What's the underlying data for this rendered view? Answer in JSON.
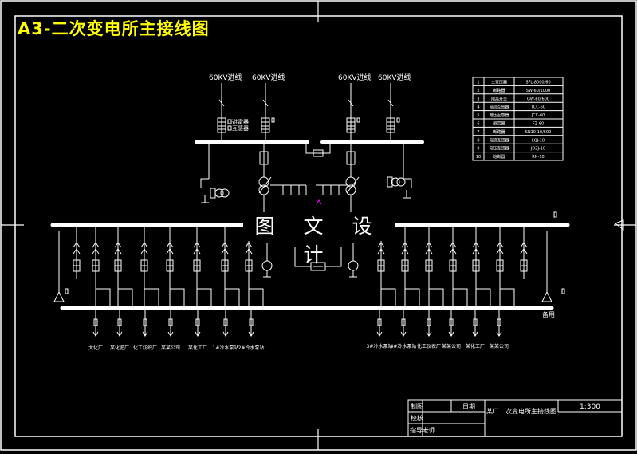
{
  "title": "A3-二次变电所主接线图",
  "watermark": "图 文 设 计",
  "incoming_lines": [
    "60KV进线",
    "60KV进线",
    "60KV进线",
    "60KV进线"
  ],
  "spare_label": "备用",
  "feeders_left": [
    "大化厂",
    "某化肥厂",
    "化工纺织厂",
    "某某公司",
    "某化工厂",
    "1#冷水泵站",
    "2#冷水泵站"
  ],
  "feeders_right": [
    "3#冷水泵站",
    "4#冷水泵站",
    "化工仪表厂",
    "某某公司",
    "某化工厂",
    "某某公司"
  ],
  "equipment_table": {
    "rows": [
      [
        "1",
        "主变压器",
        "SFL-8000/60"
      ],
      [
        "2",
        "断路器",
        "SW-60/1000"
      ],
      [
        "3",
        "隔离开关",
        "GW-60/600"
      ],
      [
        "4",
        "电流互感器",
        "TCC-60"
      ],
      [
        "5",
        "电压互感器",
        "JCC-60"
      ],
      [
        "6",
        "避雷器",
        "FZ-60"
      ],
      [
        "7",
        "断路器",
        "SN10-10/600"
      ],
      [
        "8",
        "电流互感器",
        "LQJ-10"
      ],
      [
        "9",
        "电压互感器",
        "JDZJ-10"
      ],
      [
        "10",
        "熔断器",
        "RN-10"
      ]
    ]
  },
  "title_block": {
    "drawn_label": "制图",
    "check_label": "校核",
    "advisor_label": "指导老师",
    "date_label": "日期",
    "drawing_name": "某厂二次变电所主接线图",
    "scale": "1:300"
  }
}
